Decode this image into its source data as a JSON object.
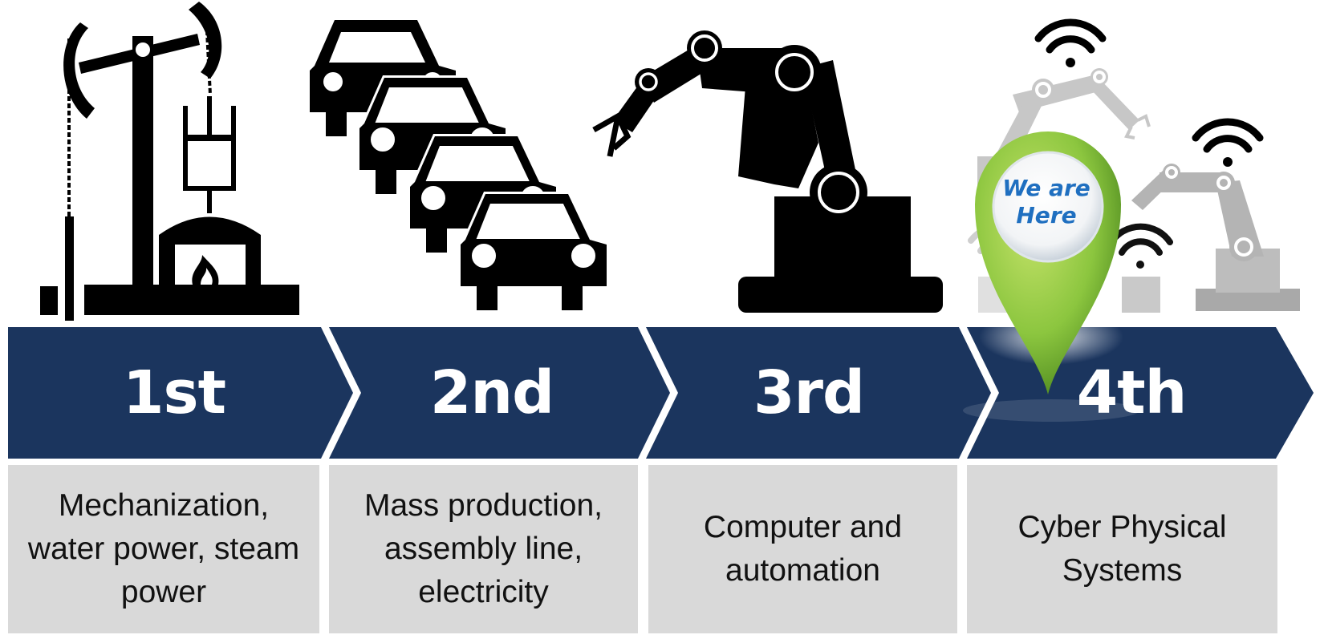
{
  "stages": [
    {
      "label": "1st",
      "description": "Mechanization,\nwater power, steam\npower",
      "icon": "oil-pump-steam-engine-icon"
    },
    {
      "label": "2nd",
      "description": "Mass production,\nassembly line,\nelectricity",
      "icon": "cars-assembly-line-icon"
    },
    {
      "label": "3rd",
      "description": "Computer and\nautomation",
      "icon": "robot-arm-icon"
    },
    {
      "label": "4th",
      "description": "Cyber Physical\nSystems",
      "icon": "connected-robot-arms-icon"
    }
  ],
  "marker": {
    "text": "We are\nHere",
    "icon": "location-pin-icon"
  },
  "colors": {
    "arrow_fill": "#1b355e",
    "description_box": "#d9d9d9",
    "pin_green": "#8cc63f",
    "icon_black": "#000000",
    "icon_gray": "#bdbdbd"
  }
}
